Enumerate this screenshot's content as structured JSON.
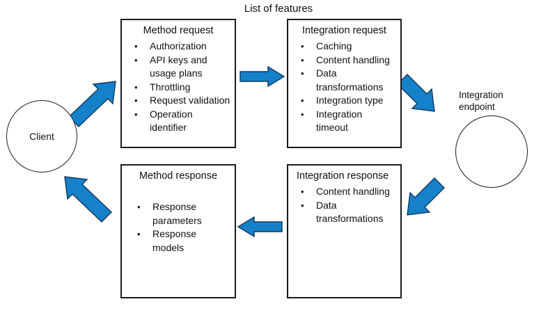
{
  "diagram": {
    "title": "List of features",
    "type": "flow-diagram",
    "accent_color": "#1581C8",
    "arrow_outline_color": "#14365C",
    "box_border_color": "#1A1A1A",
    "background_color": "#FFFFFF"
  },
  "nodes": {
    "client": {
      "shape": "circle",
      "label": "Client"
    },
    "method_request": {
      "shape": "rectangle",
      "title": "Method request",
      "items": [
        "Authorization",
        "API keys and usage plans",
        "Throttling",
        "Request validation",
        "Operation identifier"
      ]
    },
    "integration_request": {
      "shape": "rectangle",
      "title": "Integration request",
      "items": [
        "Caching",
        "Content handling",
        "Data transformations",
        "Integration type",
        "Integration timeout"
      ]
    },
    "integration_endpoint": {
      "shape": "circle",
      "label": "Integration endpoint"
    },
    "integration_response": {
      "shape": "rectangle",
      "title": "Integration response",
      "items": [
        "Content handling",
        "Data transformations"
      ]
    },
    "method_response": {
      "shape": "rectangle",
      "title": "Method response",
      "items": [
        "Response parameters",
        "Response models"
      ]
    }
  },
  "arrows": [
    {
      "name": "client-to-method-request",
      "from": "client",
      "to": "method_request",
      "direction": "up-right"
    },
    {
      "name": "method-request-to-integration-request",
      "from": "method_request",
      "to": "integration_request",
      "direction": "right"
    },
    {
      "name": "integration-request-to-endpoint",
      "from": "integration_request",
      "to": "integration_endpoint",
      "direction": "down-right"
    },
    {
      "name": "endpoint-to-integration-response",
      "from": "integration_endpoint",
      "to": "integration_response",
      "direction": "down-left"
    },
    {
      "name": "integration-response-to-method-response",
      "from": "integration_response",
      "to": "method_response",
      "direction": "left"
    },
    {
      "name": "method-response-to-client",
      "from": "method_response",
      "to": "client",
      "direction": "up-left"
    }
  ]
}
